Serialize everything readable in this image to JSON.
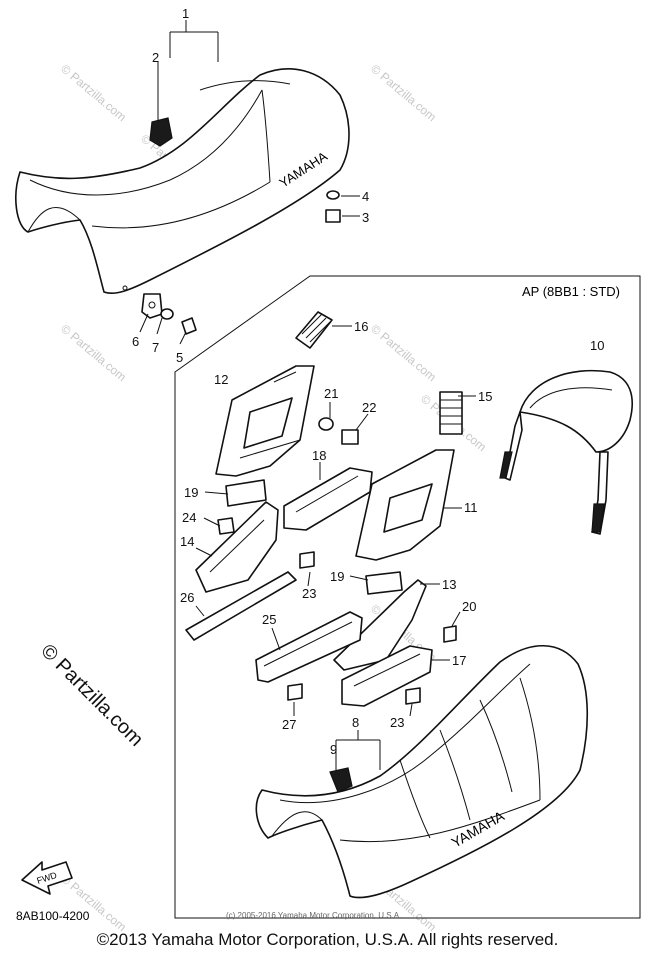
{
  "diagram": {
    "ap_label": "AP (8BB1 : STD)",
    "fwd_label": "FWD",
    "brand_text": "YAMAHA",
    "code": "8AB100-4200",
    "small_copyright": "(c) 2005-2016 Yamaha Motor Corporation, U.S.A.",
    "watermark": "© Partzilla.com",
    "watermark_big": "© Partzilla.com",
    "copyright": "©2013 Yamaha Motor Corporation, U.S.A. All rights reserved.",
    "callouts": [
      "1",
      "2",
      "3",
      "4",
      "5",
      "6",
      "7",
      "8",
      "9",
      "10",
      "11",
      "12",
      "13",
      "14",
      "15",
      "16",
      "17",
      "18",
      "19",
      "19",
      "20",
      "21",
      "22",
      "23",
      "23",
      "24",
      "25",
      "26",
      "27"
    ]
  }
}
